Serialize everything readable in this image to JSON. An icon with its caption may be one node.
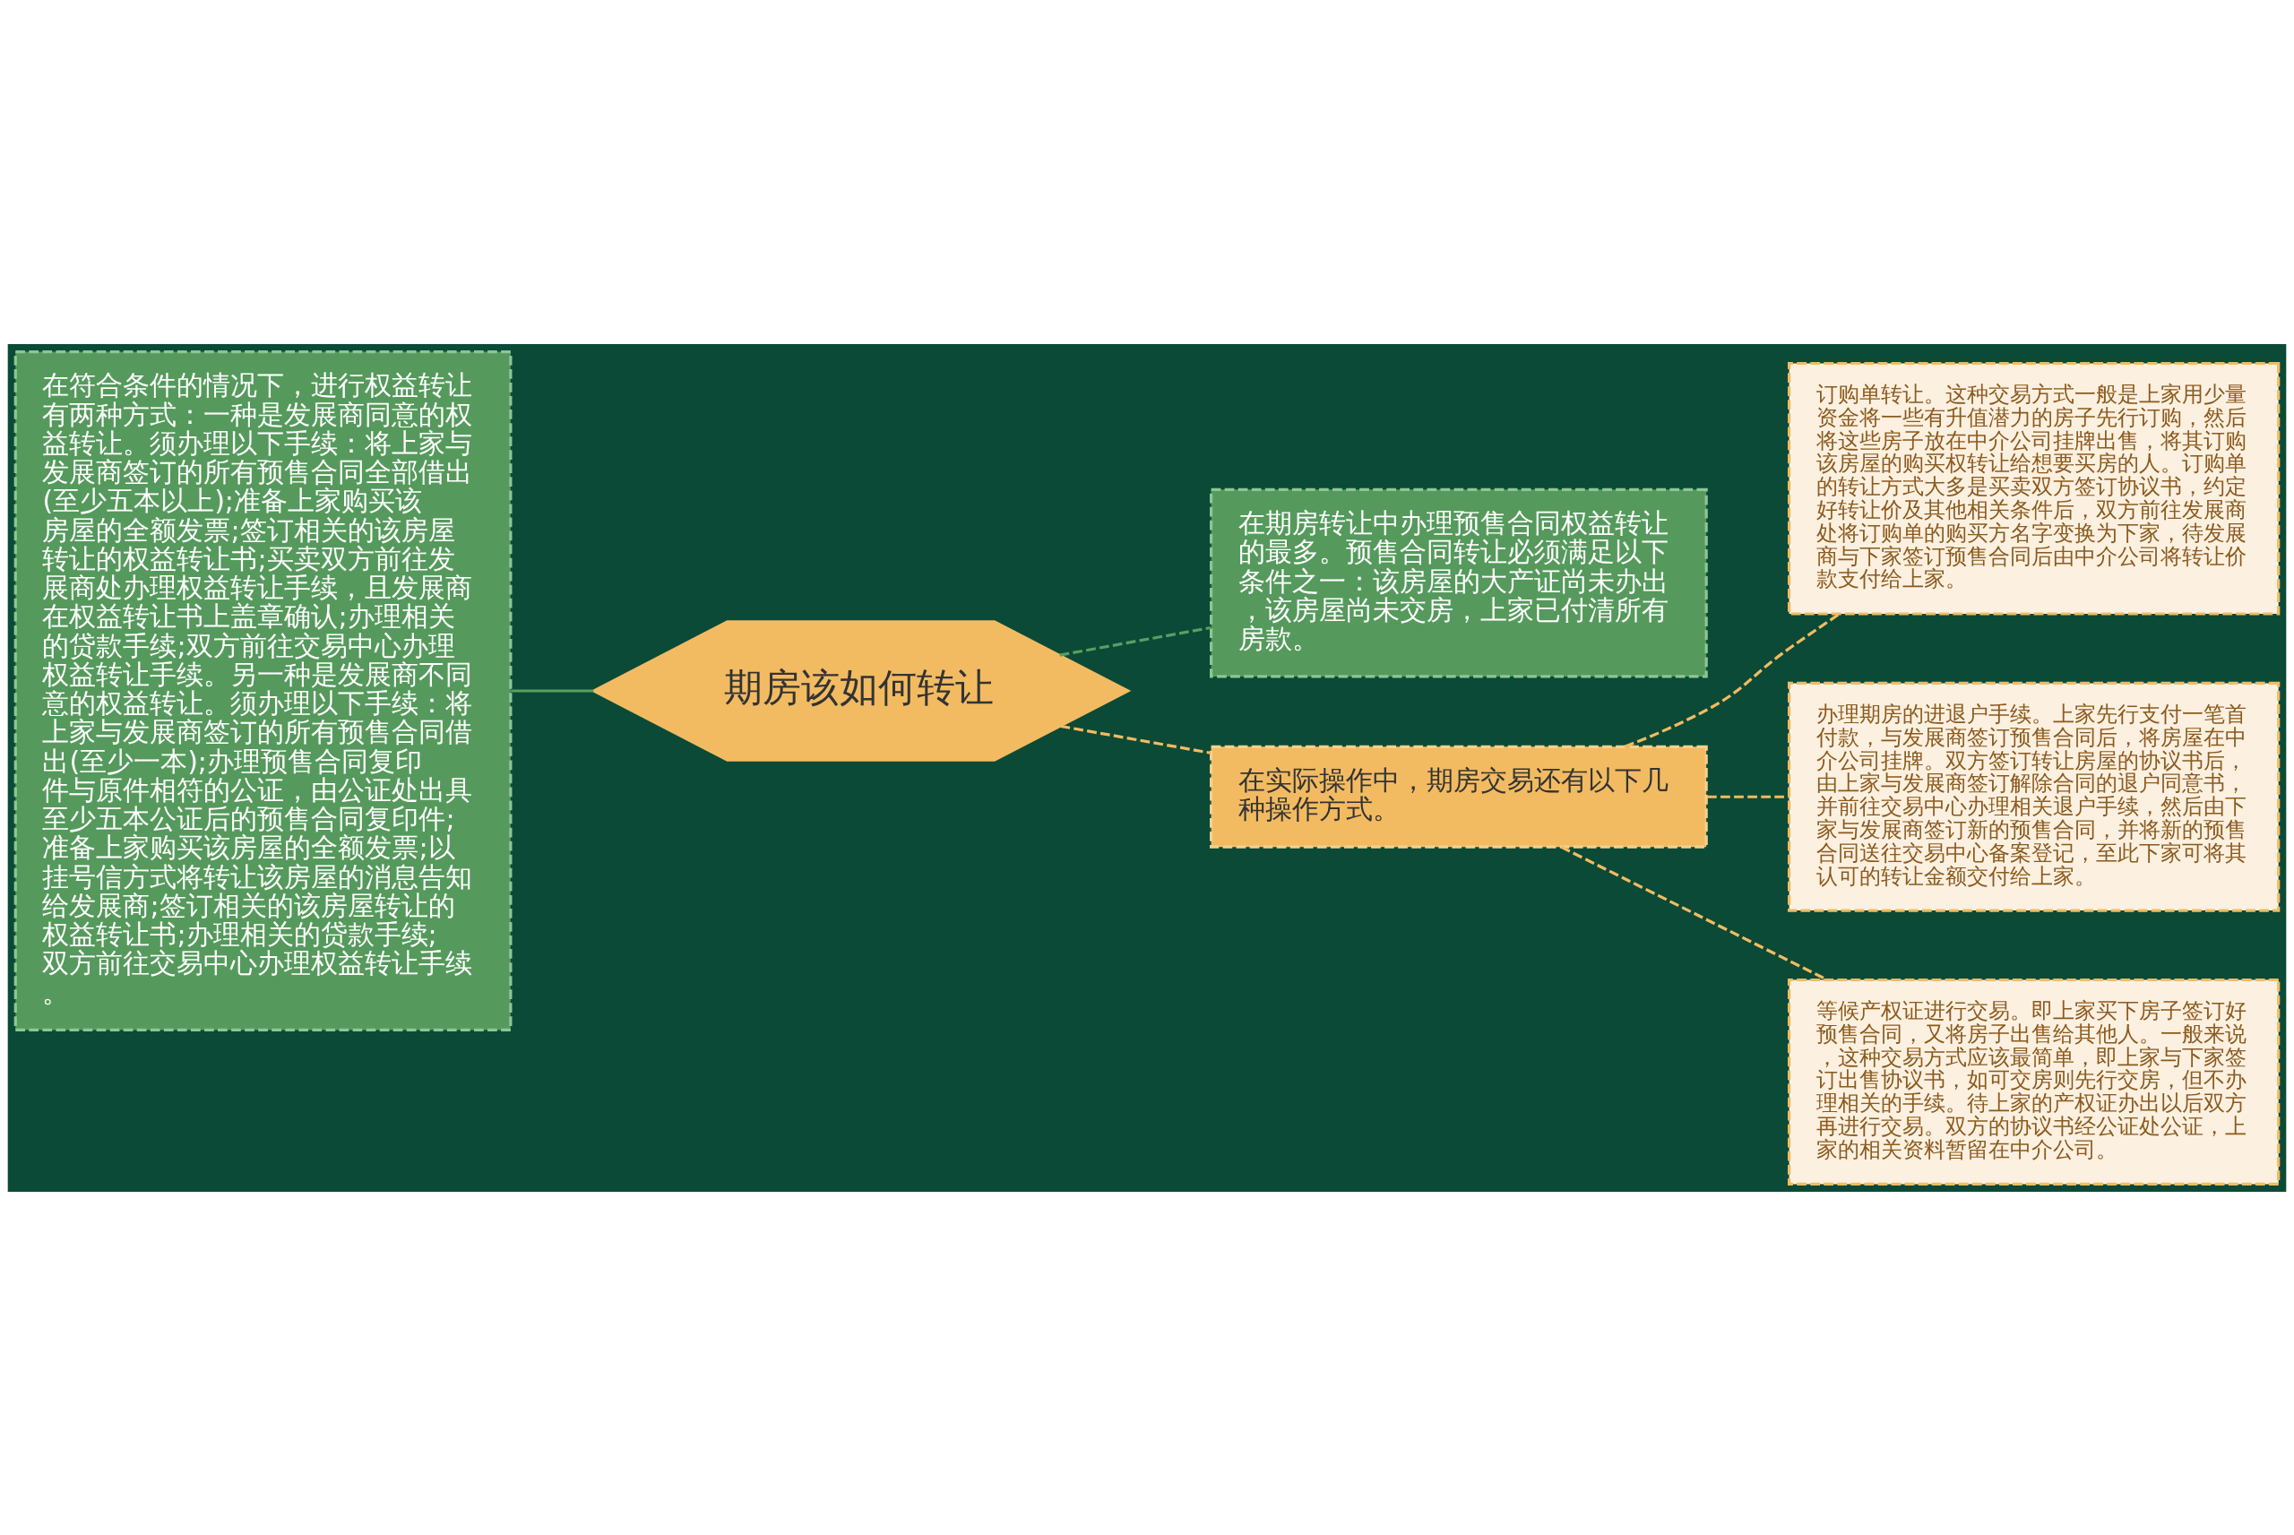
{
  "diagram": {
    "nodes": [
      {
        "text": [
          "期房该如何转让"
        ]
      },
      {
        "text": [
          "在符合条件的情况下，进行权益转让有两种方式：一种是发展商同意的权益转让。须办理以下手续：将上家与发展商签订的所有预售合同全部借出(至少五本以上);准备上家购买该房屋的全额发票;签订相关的该房屋转让的权益转让书;买卖双方前往发展商处办理权益转让手续，且发展商在权益转让书上盖章确认;办理相关的贷款手续;双方前往交易中心办理权益转让手续。另一种是发展商不同意的权益转让。须办理以下手续：将上家与发展商签订的所有预售合同借出(至少一本);办理预售合同复印件与原件相符的公证，由公证处出具至少五本公证后的预售合同复印件;准备上家购买该房屋的全额发票;以挂号信方式将转让该房屋的消息告知给发展商;签订相关的该房屋转让的权益转让书;办理相关的贷款手续;双方前往交易中心办理权益转让手续。"
        ]
      },
      {
        "text": [
          "在期房转让中办理预售合同权益转让的最多。预售合同转让必须满足以下条件之一：该房屋的大产证尚未办出，该房屋尚未交房，上家已付清所有房款。"
        ]
      },
      {
        "text": [
          "在实际操作中，期房交易还有以下几种操作方式。"
        ]
      },
      {
        "text": [
          "订购单转让。这种交易方式一般是上家用少量资金将一些有升值潜力的房子先行订购，然后将这些房子放在中介公司挂牌出售，将其订购该房屋的购买权转让给想要买房的人。订购单的转让方式大多是买卖双方签订协议书，约定好转让价及其他相关条件后，双方前往发展商处将订购单的购买方名字变换为下家，待发展商与下家签订预售合同后由中介公司将转让价款支付给上家。"
        ]
      },
      {
        "text": [
          "办理期房的进退户手续。上家先行支付一笔首付款，与发展商签订预售合同后，将房屋在中介公司挂牌。双方签订转让房屋的协议书后，由上家与发展商签订解除合同的退户同意书，并前往交易中心办理相关退户手续，然后由下家与发展商签订新的预售合同，并将新的预售合同送往交易中心备案登记，至此下家可将其认可的转让金额交付给上家。"
        ]
      },
      {
        "text": [
          "等候产权证进行交易。即上家买下房子签订好预售合同，又将房子出售给其他人。一般来说，这种交易方式应该最简单，即上家与下家签订出售协议书，如可交房则先行交房，但不办理相关的手续。待上家的产权证办出以后双方再进行交易。双方的协议书经公证处公证，上家的相关资料暂留在中介公司。"
        ]
      }
    ],
    "edges": [
      {
        "from": 0,
        "to": 1,
        "arrow": "none",
        "color": "#5a9e63"
      },
      {
        "from": 0,
        "to": 2,
        "arrow": "none",
        "style": "dashed",
        "color": "#5a9e63"
      },
      {
        "from": 0,
        "to": 3,
        "arrow": "none",
        "style": "dashed"
      },
      {
        "from": 3,
        "to": 4,
        "arrow": "none",
        "style": "dashed"
      },
      {
        "from": 3,
        "to": 5,
        "arrow": "none",
        "style": "dashed"
      },
      {
        "from": 3,
        "to": 6,
        "arrow": "none",
        "style": "dashed"
      }
    ]
  }
}
